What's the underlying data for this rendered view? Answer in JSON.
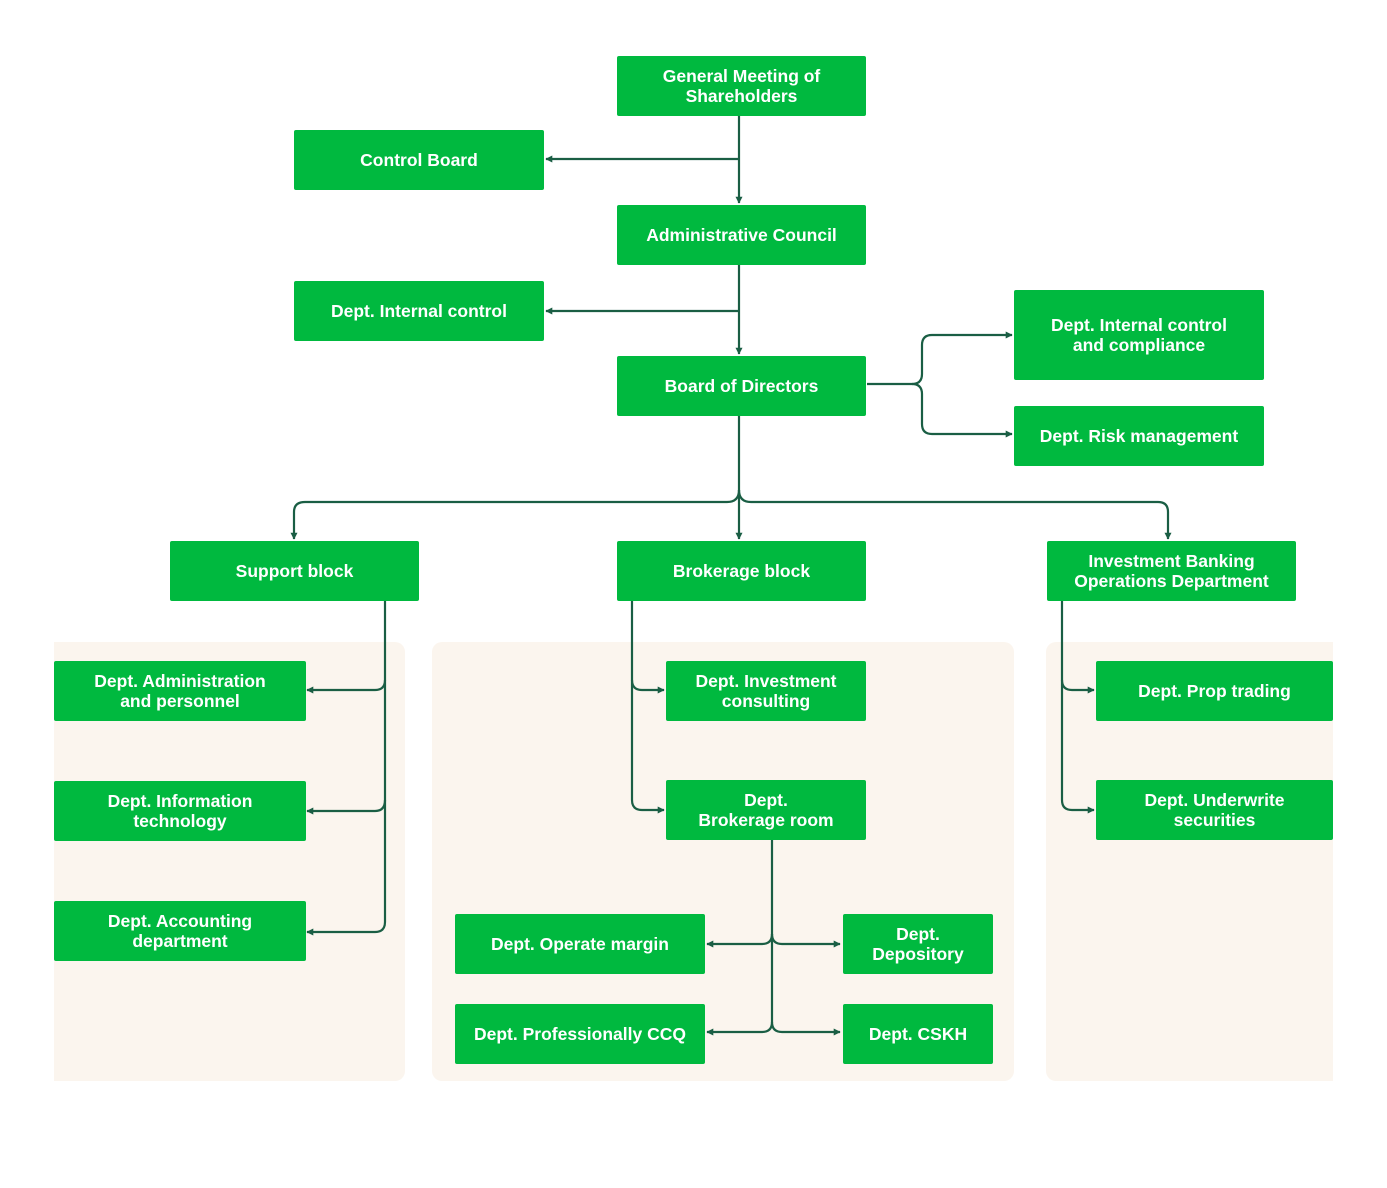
{
  "colors": {
    "node": "#00b93f",
    "connector": "#1a5e44",
    "panel": "#fbf5ee",
    "node_text": "#ffffff"
  },
  "nodes": {
    "shareholders": "General Meeting of\nShareholders",
    "control_board": "Control Board",
    "admin_council": "Administrative Council",
    "internal_control": "Dept. Internal control",
    "board_directors": "Board of Directors",
    "internal_control_compliance": "Dept. Internal control\nand compliance",
    "risk_management": "Dept. Risk management",
    "support_block": "Support block",
    "brokerage_block": "Brokerage block",
    "investment_banking": "Investment Banking\nOperations Department",
    "admin_personnel": "Dept. Administration\nand personnel",
    "information_technology": "Dept. Information\ntechnology",
    "accounting": "Dept. Accounting\ndepartment",
    "investment_consulting": "Dept. Investment\nconsulting",
    "brokerage_room": "Dept.\nBrokerage room",
    "operate_margin": "Dept. Operate margin",
    "depository": "Dept.\nDepository",
    "professionally_ccq": "Dept. Professionally CCQ",
    "cskh": "Dept. CSKH",
    "prop_trading": "Dept. Prop trading",
    "underwrite_securities": "Dept. Underwrite\nsecurities"
  }
}
